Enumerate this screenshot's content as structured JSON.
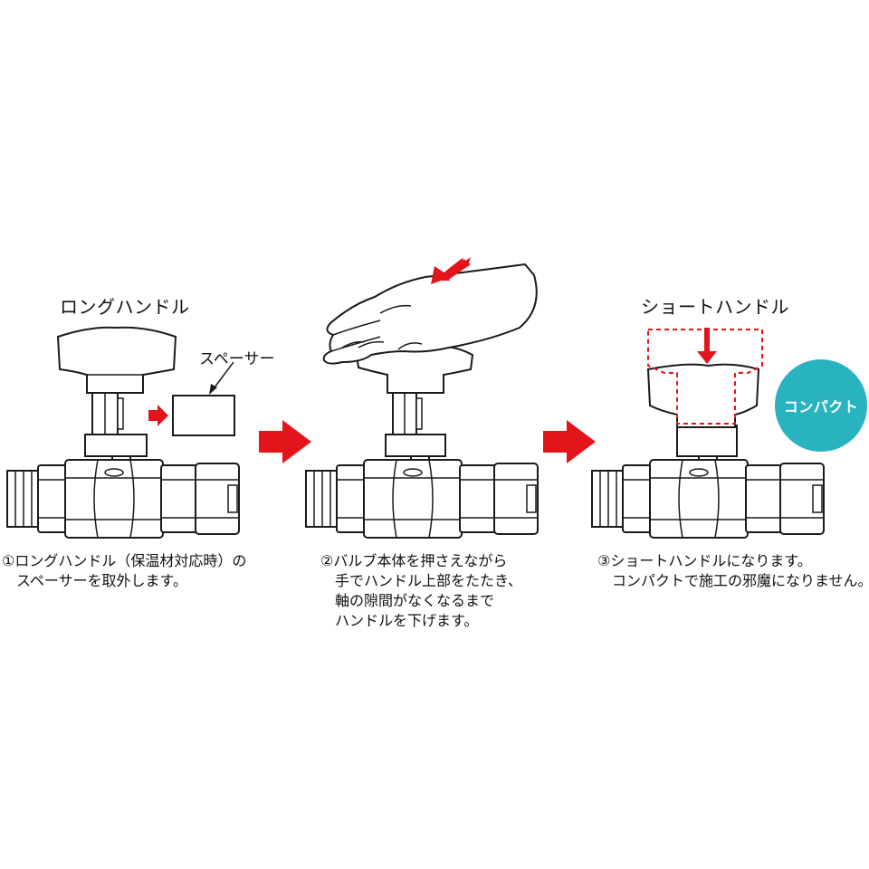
{
  "step1": {
    "title": "ロングハンドル",
    "spacer_label": "スペーサー",
    "caption_lines": [
      "①ロングハンドル（保温材対応時）の",
      "スペーサーを取外します。"
    ]
  },
  "step2": {
    "caption_lines": [
      "②バルブ本体を押さえながら",
      "手でハンドル上部をたたき、",
      "軸の隙間がなくなるまで",
      "ハンドルを下げます。"
    ]
  },
  "step3": {
    "title": "ショートハンドル",
    "badge": "コンパクト",
    "caption_lines": [
      "③ショートハンドルになります。",
      "コンパクトで施工の邪魔になりません。"
    ]
  },
  "colors": {
    "arrow": "#e3151b",
    "badge": "#29b3bf",
    "dashed_outline": "#e3151b",
    "line": "#1a1a1a"
  },
  "icons": [
    "valve-icon",
    "handle-icon",
    "hand-icon",
    "arrow-right-icon",
    "arrow-down-icon"
  ]
}
